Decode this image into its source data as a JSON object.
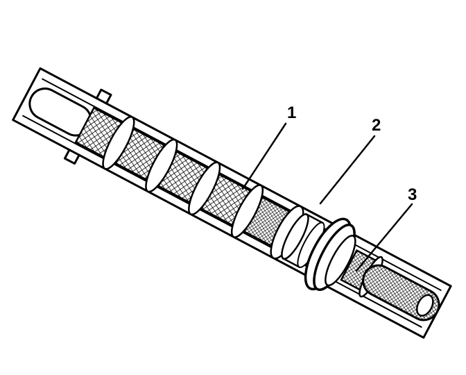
{
  "callouts": [
    {
      "number": "1"
    },
    {
      "number": "2"
    },
    {
      "number": "3"
    }
  ],
  "colors": {
    "ink": "#000000",
    "paper": "#ffffff"
  }
}
